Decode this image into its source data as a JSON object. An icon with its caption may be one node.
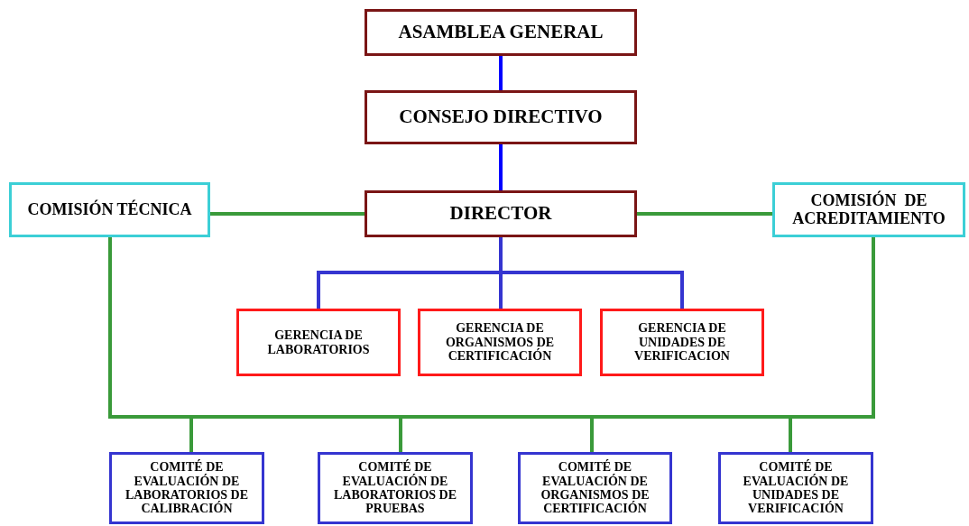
{
  "diagram": {
    "nodes": [
      {
        "text": [
          "ASAMBLEA GENERAL"
        ]
      },
      {
        "text": [
          "CONSEJO DIRECTIVO"
        ]
      },
      {
        "text": [
          "COMISIÓN TÉCNICA"
        ]
      },
      {
        "text": [
          "DIRECTOR"
        ]
      },
      {
        "text": [
          "COMISIÓN  DE ACREDITAMIENTO"
        ]
      },
      {
        "text": [
          "GERENCIA DE LABORATORIOS"
        ]
      },
      {
        "text": [
          "GERENCIA DE ORGANISMOS DE CERTIFICACIÓN"
        ]
      },
      {
        "text": [
          "GERENCIA DE UNIDADES DE VERIFICACION"
        ]
      },
      {
        "text": [
          "COMITÉ DE EVALUACIÓN DE LABORATORIOS DE CALIBRACIÓN"
        ]
      },
      {
        "text": [
          "COMITÉ DE EVALUACIÓN DE LABORATORIOS DE PRUEBAS"
        ]
      },
      {
        "text": [
          "COMITÉ DE EVALUACIÓN DE ORGANISMOS DE CERTIFICACIÓN"
        ]
      },
      {
        "text": [
          "COMITÉ DE EVALUACIÓN DE UNIDADES DE VERIFICACIÓN"
        ]
      }
    ],
    "edges": [
      {
        "from": 0,
        "to": 1,
        "arrow": "none",
        "color": "#0000ff"
      },
      {
        "from": 1,
        "to": 3,
        "arrow": "none",
        "color": "#0000ff"
      },
      {
        "from": 3,
        "to": 2,
        "arrow": "none"
      },
      {
        "from": 3,
        "to": 4,
        "arrow": "none"
      },
      {
        "from": 3,
        "to": 5,
        "arrow": "none",
        "color": "#3535d0"
      },
      {
        "from": 3,
        "to": 6,
        "arrow": "none",
        "color": "#3535d0"
      },
      {
        "from": 3,
        "to": 7,
        "arrow": "none",
        "color": "#3535d0"
      },
      {
        "from": 2,
        "to": 8,
        "arrow": "none"
      },
      {
        "from": 2,
        "to": 9,
        "arrow": "none"
      },
      {
        "from": 2,
        "to": 10,
        "arrow": "none"
      },
      {
        "from": 2,
        "to": 11,
        "arrow": "none"
      },
      {
        "from": 4,
        "to": 8,
        "arrow": "none"
      },
      {
        "from": 4,
        "to": 9,
        "arrow": "none"
      },
      {
        "from": 4,
        "to": 10,
        "arrow": "none"
      },
      {
        "from": 4,
        "to": 11,
        "arrow": "none"
      }
    ]
  }
}
